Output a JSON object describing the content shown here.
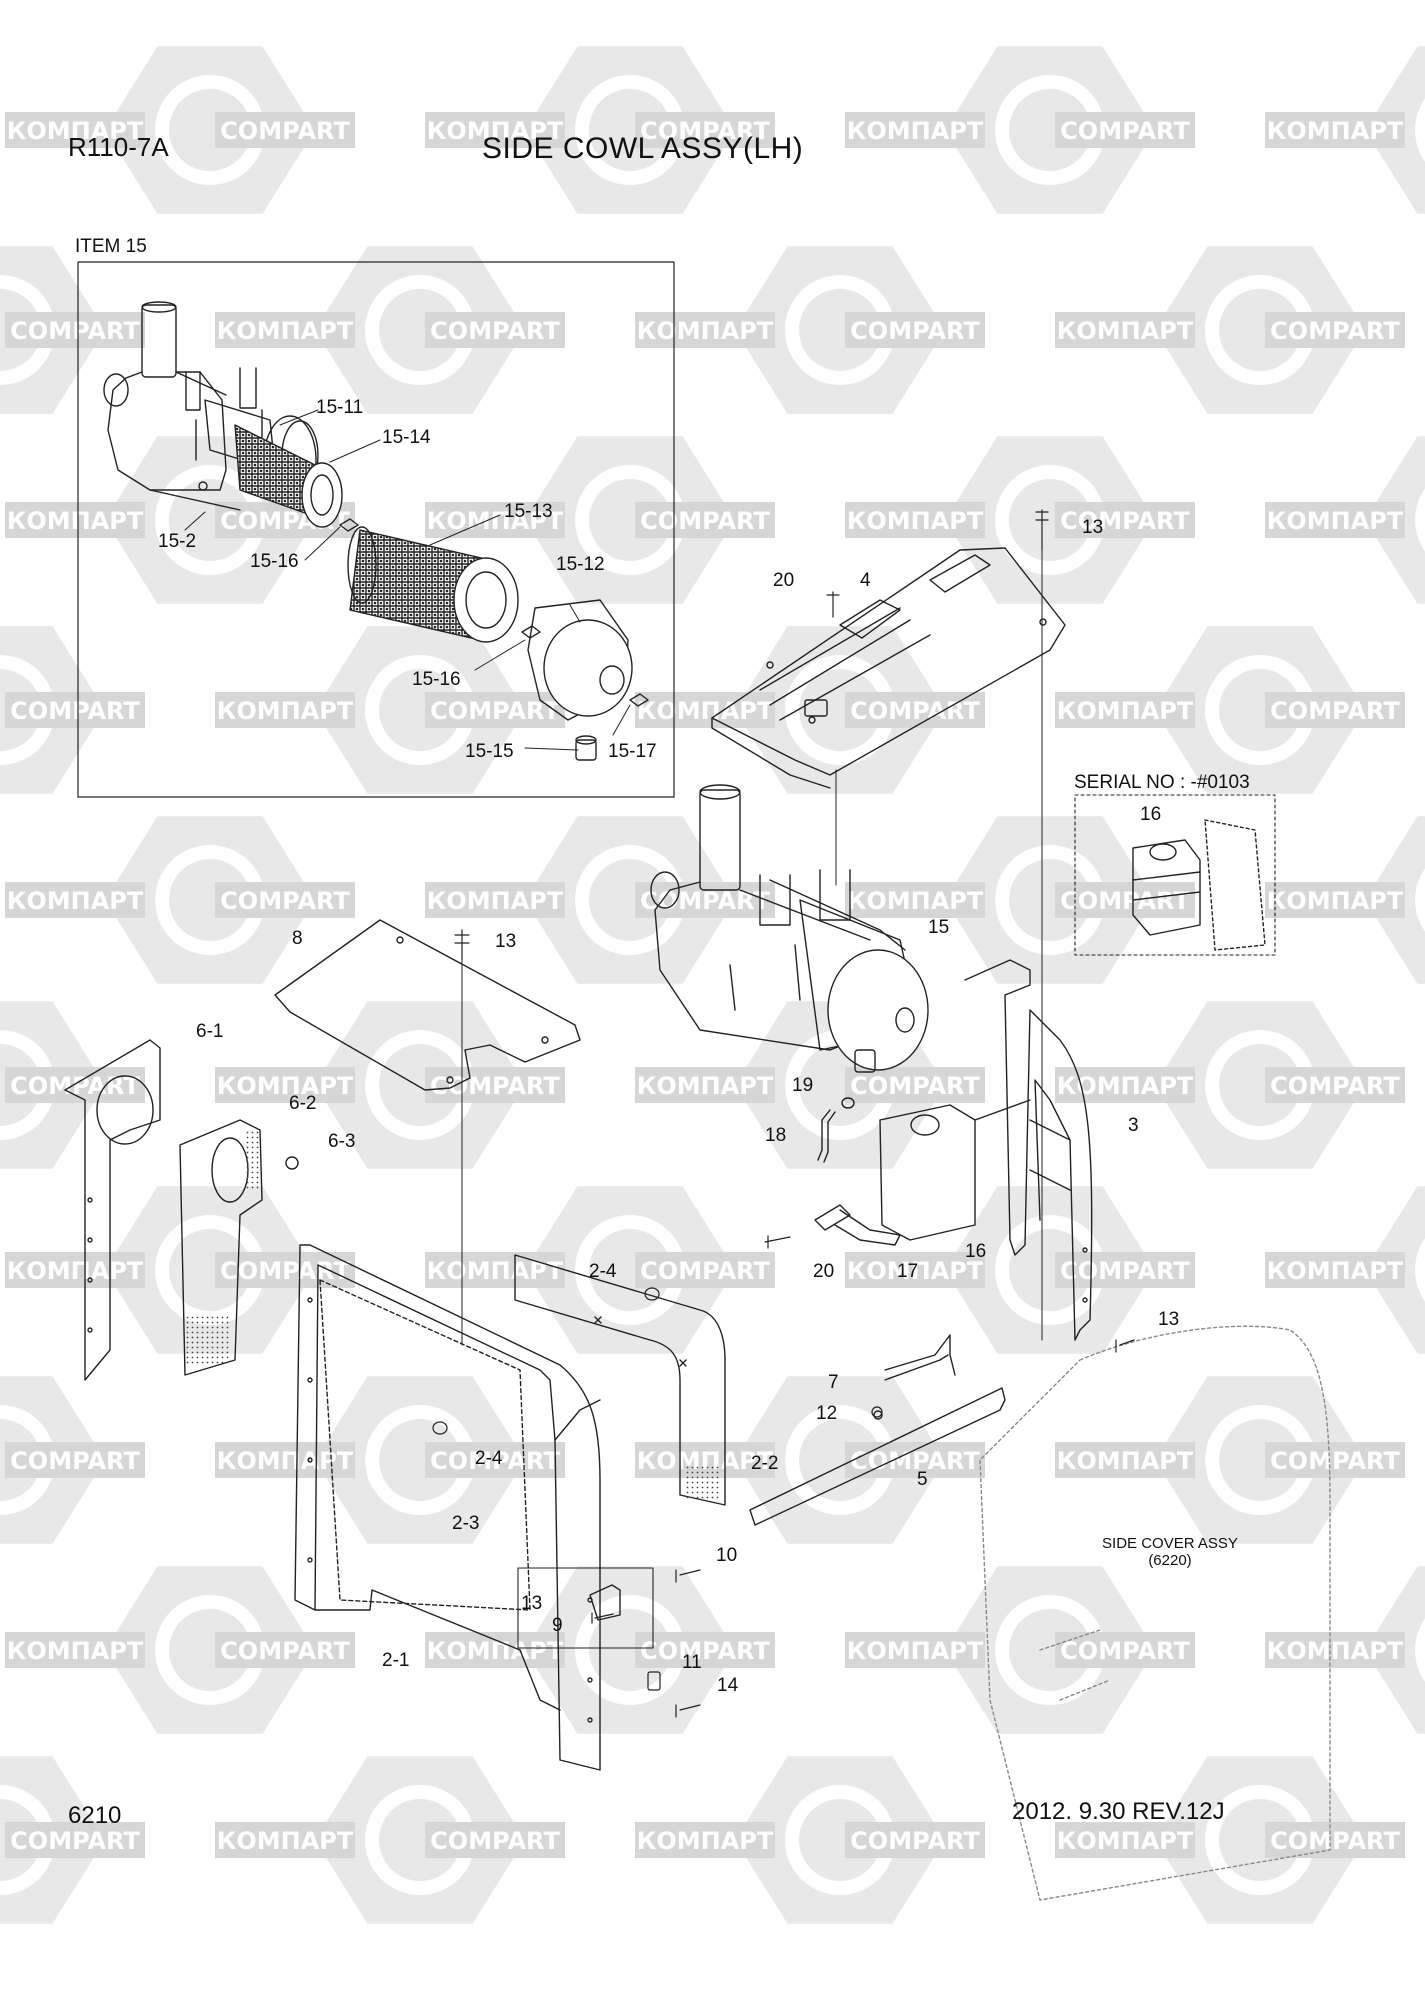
{
  "header": {
    "model": "R110-7A",
    "title": "SIDE COWL ASSY(LH)"
  },
  "footer": {
    "page_no": "6210",
    "date_rev": "2012. 9.30  REV.12J"
  },
  "inset": {
    "label": "ITEM 15",
    "callouts": [
      "15-11",
      "15-14",
      "15-2",
      "15-16",
      "15-13",
      "15-12",
      "15-16",
      "15-15",
      "15-17"
    ]
  },
  "serial_box": {
    "label": "SERIAL NO : -#0103",
    "callout": "16"
  },
  "side_cover": {
    "name": "SIDE COVER ASSY",
    "ref": "(6220)"
  },
  "callouts": [
    "20",
    "4",
    "13",
    "15",
    "8",
    "13",
    "6-1",
    "6-2",
    "6-3",
    "19",
    "18",
    "3",
    "16",
    "20",
    "17",
    "2-4",
    "13",
    "7",
    "12",
    "2-4",
    "2-2",
    "5",
    "2-3",
    "10",
    "13",
    "9",
    "2-1",
    "11",
    "14"
  ],
  "watermark": {
    "words": [
      "КОМПАРТ",
      "COMPART"
    ],
    "color": "#d6d6d6"
  }
}
